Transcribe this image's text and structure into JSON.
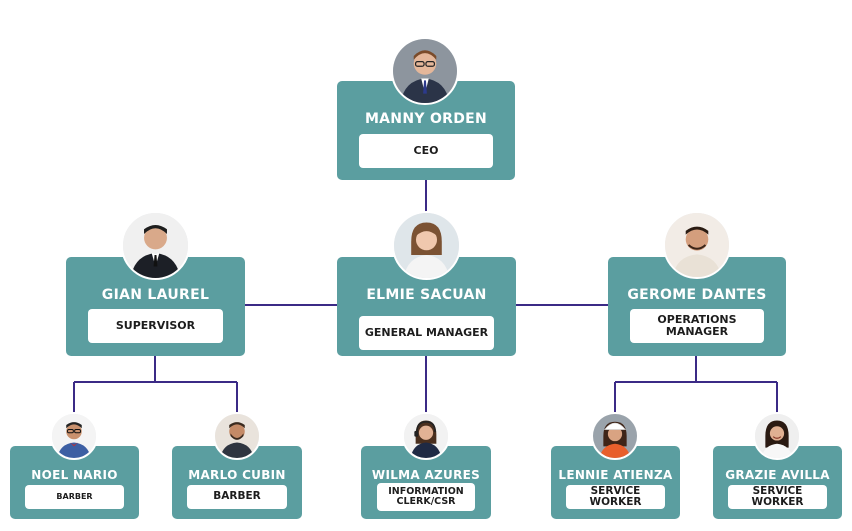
{
  "colors": {
    "card": "#5b9ea0",
    "connector": "#3b2a86",
    "role_box": "#ffffff",
    "name_text": "#ffffff"
  },
  "nodes": {
    "ceo": {
      "name": "MANNY ORDEN",
      "role": "CEO"
    },
    "supervisor": {
      "name": "GIAN LAUREL",
      "role": "SUPERVISOR"
    },
    "general_manager": {
      "name": "ELMIE SACUAN",
      "role": "GENERAL MANAGER"
    },
    "operations_manager": {
      "name": "GEROME DANTES",
      "role": "OPERATIONS MANAGER"
    },
    "barber_1": {
      "name": "NOEL NARIO",
      "role": "BARBER"
    },
    "barber_2": {
      "name": "MARLO CUBIN",
      "role": "BARBER"
    },
    "info_clerk": {
      "name": "WILMA AZURES",
      "role": "INFORMATION CLERK/CSR"
    },
    "service_worker_1": {
      "name": "LENNIE ATIENZA",
      "role": "SERVICE WORKER"
    },
    "service_worker_2": {
      "name": "GRAZIE AVILLA",
      "role": "SERVICE WORKER"
    }
  },
  "avatars": {
    "ceo": "man-suit-glasses-photo",
    "supervisor": "man-suit-photo",
    "general_manager": "woman-smiling-photo",
    "operations_manager": "man-smiling-photo",
    "barber_1": "man-glasses-photo",
    "barber_2": "man-beard-photo",
    "info_clerk": "woman-headset-photo",
    "service_worker_1": "woman-hardhat-photo",
    "service_worker_2": "woman-smiling-photo"
  }
}
